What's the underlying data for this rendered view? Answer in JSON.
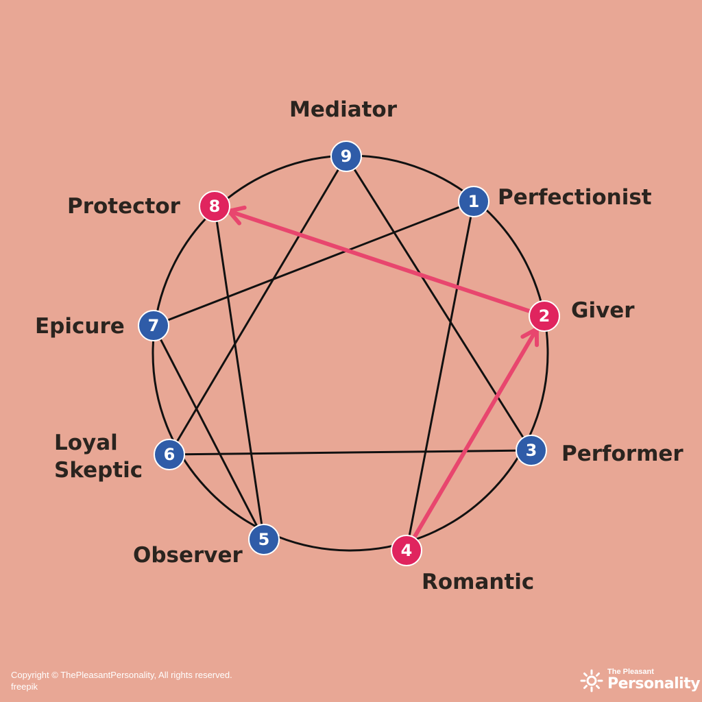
{
  "diagram": {
    "types": [
      {
        "number": "1",
        "name": "Perfectionist",
        "highlighted": false
      },
      {
        "number": "2",
        "name": "Giver",
        "highlighted": true
      },
      {
        "number": "3",
        "name": "Performer",
        "highlighted": false
      },
      {
        "number": "4",
        "name": "Romantic",
        "highlighted": true
      },
      {
        "number": "5",
        "name": "Observer",
        "highlighted": false
      },
      {
        "number": "6",
        "name": "Loyal\nSkeptic",
        "highlighted": false
      },
      {
        "number": "7",
        "name": "Epicure",
        "highlighted": false
      },
      {
        "number": "8",
        "name": "Protector",
        "highlighted": true
      },
      {
        "number": "9",
        "name": "Mediator",
        "highlighted": false
      }
    ],
    "lines": [
      [
        9,
        3
      ],
      [
        3,
        6
      ],
      [
        6,
        9
      ],
      [
        1,
        4
      ],
      [
        4,
        2
      ],
      [
        2,
        8
      ],
      [
        8,
        5
      ],
      [
        5,
        7
      ],
      [
        7,
        1
      ]
    ],
    "arrows": [
      [
        4,
        2
      ],
      [
        2,
        8
      ]
    ],
    "colors": {
      "background": "#E8A795",
      "line": "#111111",
      "highlight": "#E0245E",
      "arrow": "#E8466E",
      "default_node": "#2F5CA8"
    }
  },
  "footer": {
    "copyright": "Copyright © ThePleasantPersonality, All rights reserved.",
    "credit": "freepik"
  },
  "brand": {
    "small": "The Pleasant",
    "big": "Personality"
  }
}
